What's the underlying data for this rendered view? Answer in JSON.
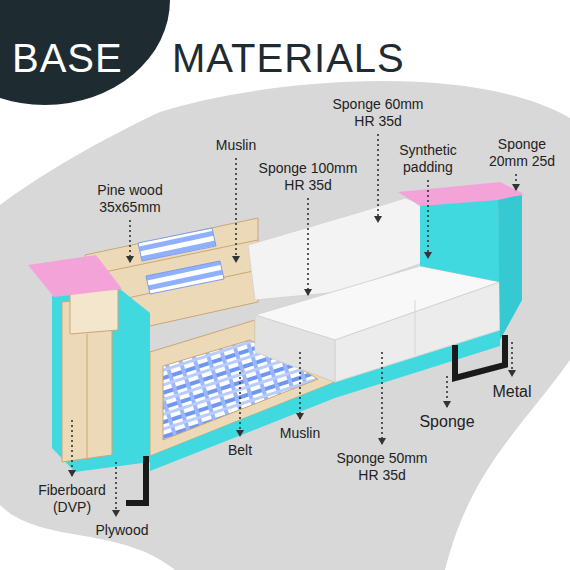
{
  "diagram": {
    "title": "MATERIALS",
    "nodes": [
      {
        "text": [
          "BASE"
        ]
      }
    ],
    "labels": [
      "Sponge 60mm HR 35d",
      "Muslin",
      "Sponge 100mm HR 35d",
      "Synthetic padding",
      "Sponge 20mm 25d",
      "Pine wood 35x65mm",
      "Belt",
      "Muslin",
      "Sponge 50mm HR 35d",
      "Sponge",
      "Metal",
      "Fiberboard (DVP)",
      "Plywood"
    ]
  }
}
